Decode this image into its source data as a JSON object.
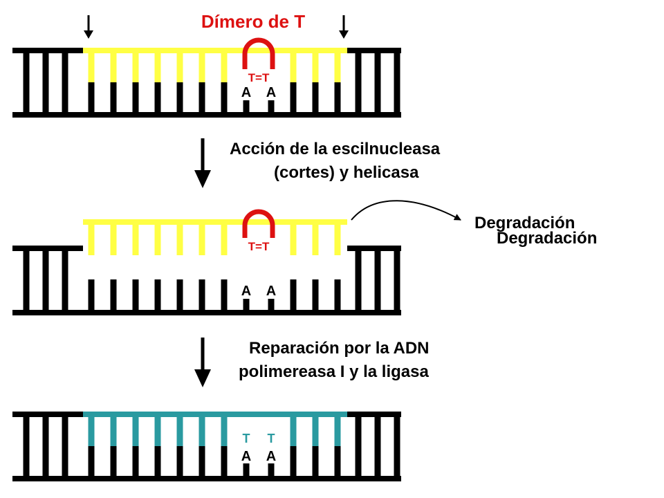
{
  "title": "Dímero de T",
  "dimer_label": "T=T",
  "base_pair_label": "A",
  "repaired_base_label": "T",
  "step1_text": [
    "Acción de la escilnucleasa",
    "(cortes) y helicasa"
  ],
  "step2_text": [
    "Reparación por la ADN",
    "polimereasa I y la ligasa"
  ],
  "degradation_label_1": "Degradación",
  "degradation_label_2": "Degradación",
  "colors": {
    "backbone": "#000000",
    "damaged_strand": "#ffff44",
    "dimer": "#dd1111",
    "title": "#dd1111",
    "repaired_strand": "#2a9aa0"
  }
}
